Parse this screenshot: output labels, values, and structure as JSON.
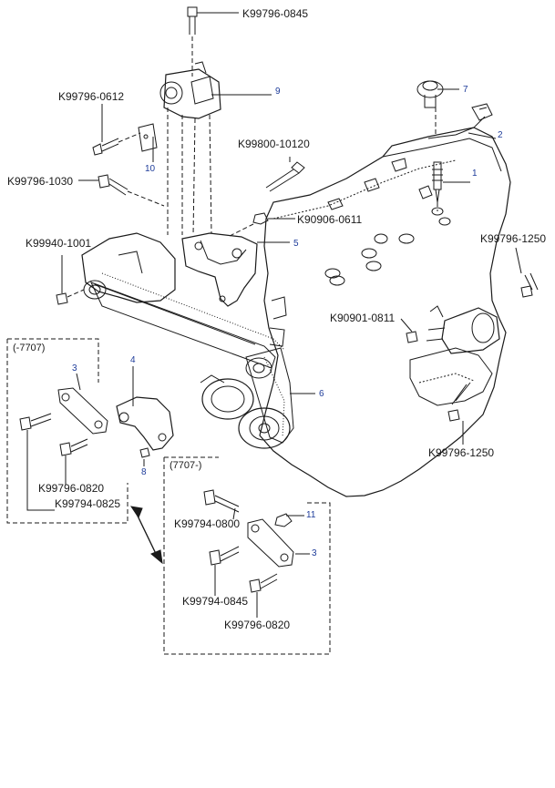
{
  "part_numbers": {
    "k99796_0845_top": "K99796-0845",
    "k99796_0612": "K99796-0612",
    "k99800_10120": "K99800-10120",
    "k99796_1030": "K99796-1030",
    "k90906_0611": "K90906-0611",
    "k99940_1001": "K99940-1001",
    "k99796_1250_right": "K99796-1250",
    "k90901_0811": "K90901-0811",
    "k99796_1250_bottom": "K99796-1250",
    "k99796_0820_left": "K99796-0820",
    "k99794_0825": "K99794-0825",
    "k99794_0800": "K99794-0800",
    "k99794_0845": "K99794-0845",
    "k99796_0820_right": "K99796-0820"
  },
  "item_numbers": {
    "n1": "1",
    "n2": "2",
    "n3_left": "3",
    "n3_right": "3",
    "n4": "4",
    "n5": "5",
    "n6": "6",
    "n7": "7",
    "n8": "8",
    "n9": "9",
    "n10": "10",
    "n11": "11"
  },
  "box_labels": {
    "left_box": "(-7707)",
    "right_box": "(7707-)"
  },
  "colors": {
    "line": "#1a1a1a",
    "item_number": "#1e3c9a"
  }
}
